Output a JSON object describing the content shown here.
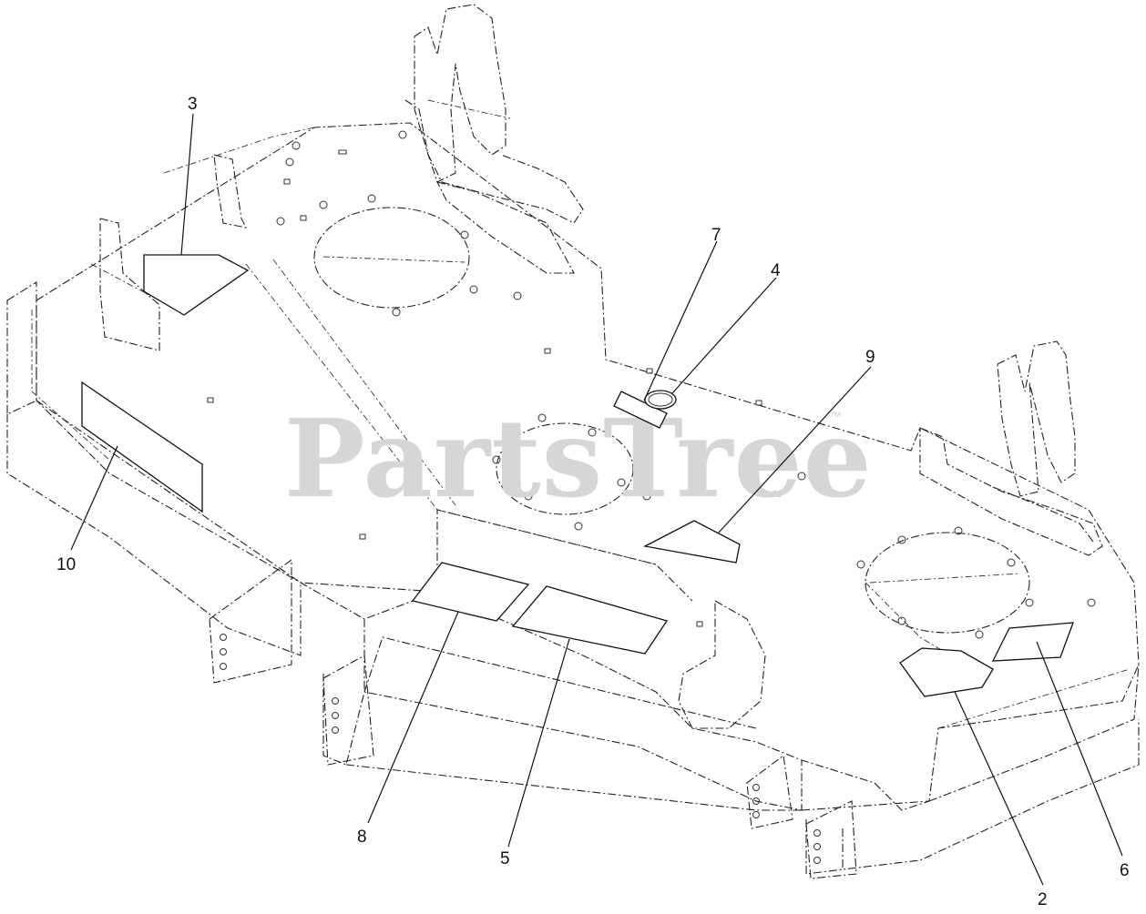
{
  "watermark": {
    "text": "PartsTree",
    "trademark": "™"
  },
  "callouts": [
    {
      "id": "callout-2",
      "label": "2"
    },
    {
      "id": "callout-3",
      "label": "3"
    },
    {
      "id": "callout-4",
      "label": "4"
    },
    {
      "id": "callout-5",
      "label": "5"
    },
    {
      "id": "callout-6",
      "label": "6"
    },
    {
      "id": "callout-7",
      "label": "7"
    },
    {
      "id": "callout-8",
      "label": "8"
    },
    {
      "id": "callout-9",
      "label": "9"
    },
    {
      "id": "callout-10",
      "label": "10"
    }
  ],
  "colors": {
    "line": "#222222",
    "watermark": "#d6d6d6",
    "background": "#ffffff"
  }
}
